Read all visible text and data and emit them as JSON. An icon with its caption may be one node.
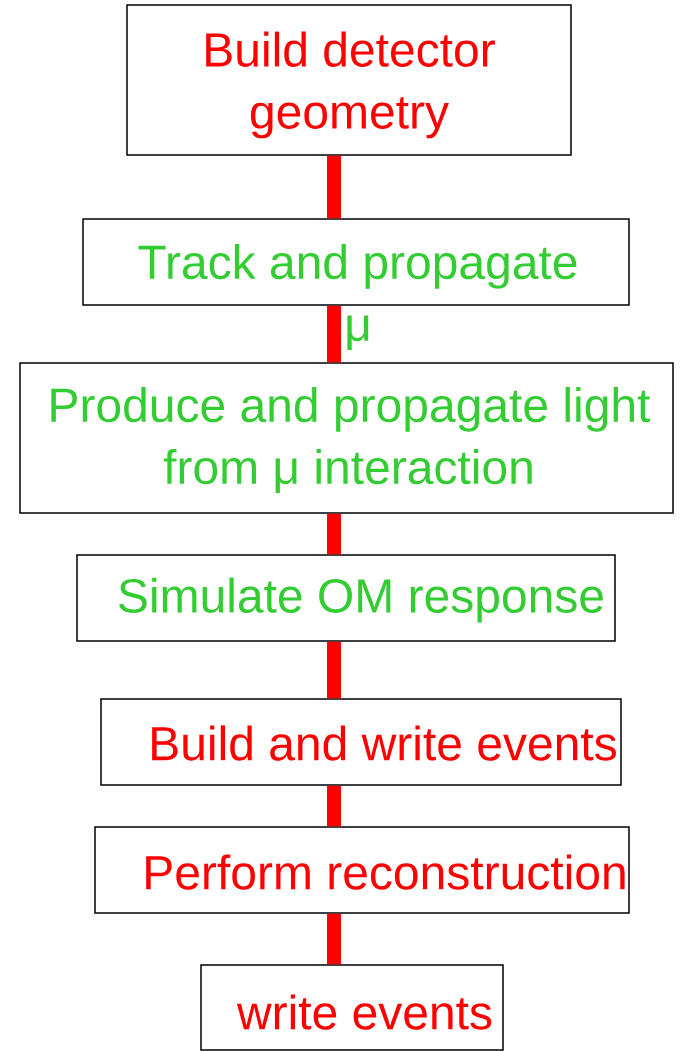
{
  "diagram": {
    "nodes": [
      {
        "text": [
          "Build detector geometry"
        ]
      },
      {
        "text": [
          "Track and propagate μ"
        ]
      },
      {
        "text": [
          "Produce and propagate light from μ interaction"
        ]
      },
      {
        "text": [
          "Simulate OM response"
        ]
      },
      {
        "text": [
          "Build and write events"
        ]
      },
      {
        "text": [
          "Perform reconstruction"
        ]
      },
      {
        "text": [
          "write events"
        ]
      }
    ],
    "edges": [
      {
        "from": 0,
        "to": 1,
        "arrow": "none"
      },
      {
        "from": 1,
        "to": 2,
        "arrow": "none"
      },
      {
        "from": 2,
        "to": 3,
        "arrow": "none"
      },
      {
        "from": 3,
        "to": 4,
        "arrow": "none"
      },
      {
        "from": 4,
        "to": 5,
        "arrow": "none"
      },
      {
        "from": 5,
        "to": 6,
        "arrow": "none"
      }
    ]
  }
}
